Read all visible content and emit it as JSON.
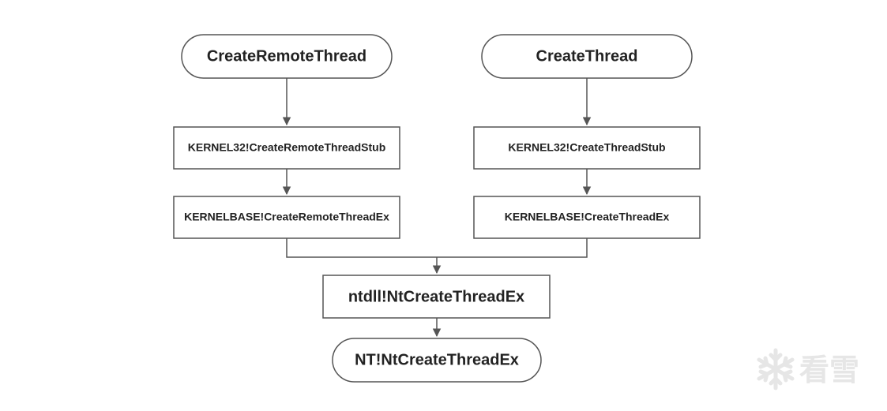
{
  "nodes": {
    "create_remote_thread": "CreateRemoteThread",
    "create_thread": "CreateThread",
    "kernel32_create_remote_thread_stub": "KERNEL32!CreateRemoteThreadStub",
    "kernel32_create_thread_stub": "KERNEL32!CreateThreadStub",
    "kernelbase_create_remote_thread_ex": "KERNELBASE!CreateRemoteThreadEx",
    "kernelbase_create_thread_ex": "KERNELBASE!CreateThreadEx",
    "ntdll_nt_create_thread_ex": "ntdll!NtCreateThreadEx",
    "nt_nt_create_thread_ex": "NT!NtCreateThreadEx"
  },
  "watermark": {
    "text": "看雪",
    "icon": "snowflake-icon"
  },
  "colors": {
    "stroke": "#555555",
    "text": "#222222",
    "watermark": "#e6e6e6"
  }
}
